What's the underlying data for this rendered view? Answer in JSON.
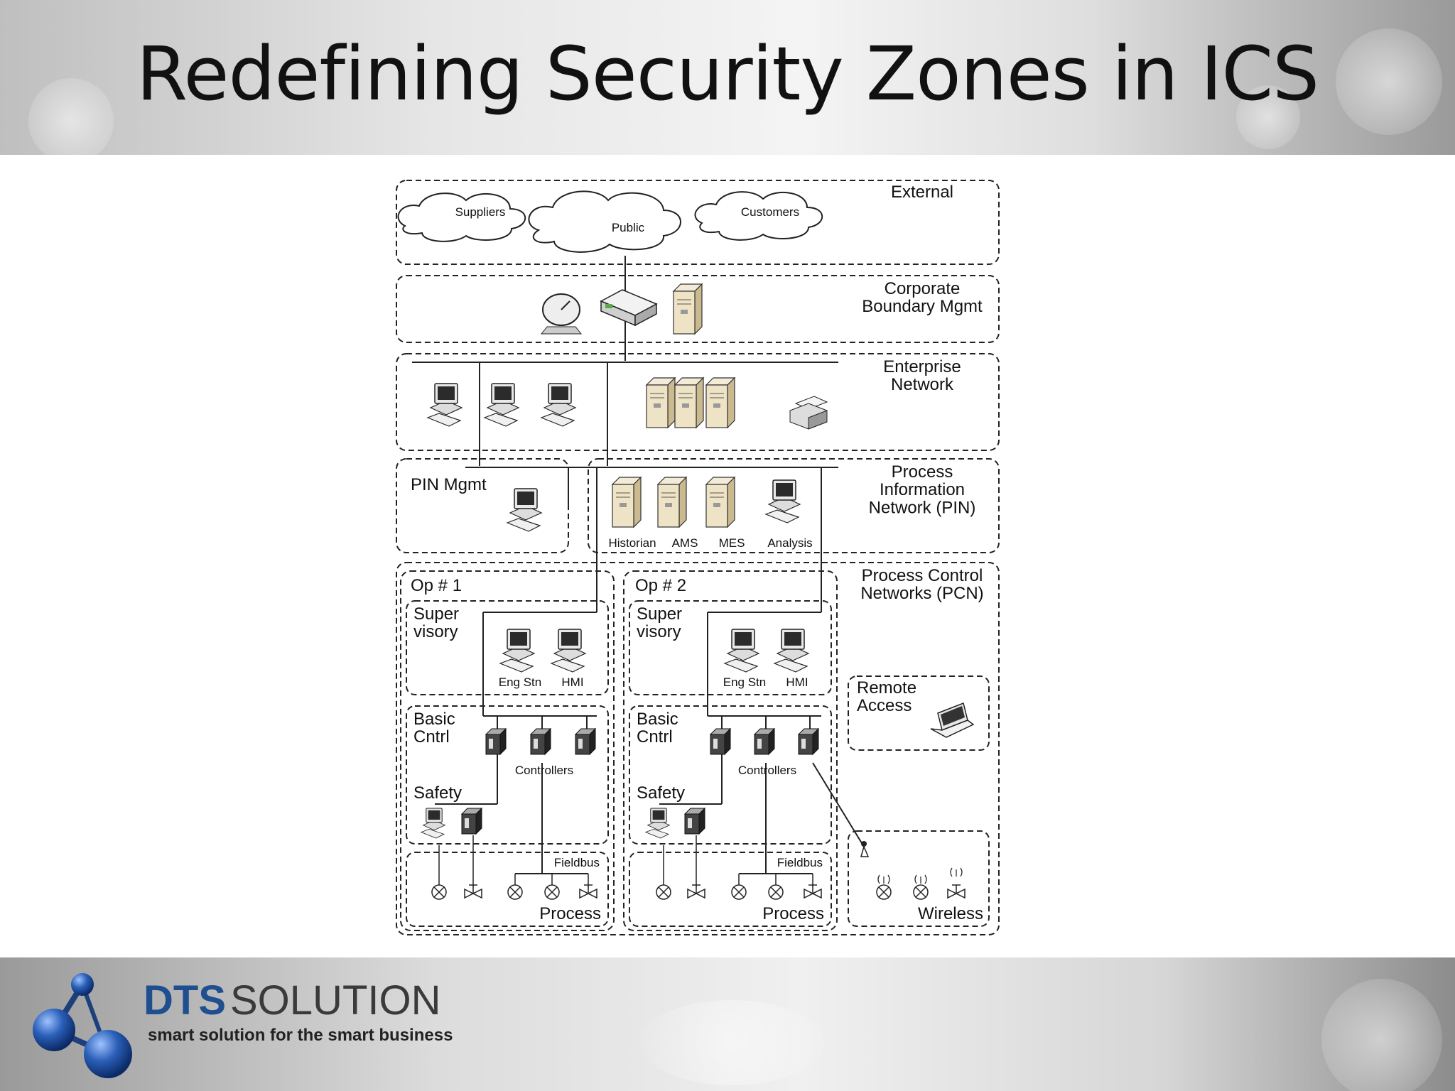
{
  "slide": {
    "title": "Redefining Security Zones in ICS"
  },
  "diagram": {
    "zones": {
      "external": "External",
      "corporate": "Corporate\nBoundary Mgmt",
      "enterprise": "Enterprise\nNetwork",
      "pin_mgmt": "PIN Mgmt",
      "pin": "Process\nInformation\nNetwork (PIN)",
      "pcn": "Process Control\nNetworks (PCN)",
      "op1": "Op # 1",
      "op2": "Op # 2",
      "supervisory": "Super\nvisory",
      "basic_cntrl": "Basic\nCntrl",
      "safety": "Safety",
      "process": "Process",
      "remote_access": "Remote\nAccess",
      "wireless": "Wireless"
    },
    "clouds": [
      "Suppliers",
      "Public",
      "Customers"
    ],
    "pin_servers": [
      "Historian",
      "AMS",
      "MES",
      "Analysis"
    ],
    "workstation_labels": [
      "Eng Stn",
      "HMI"
    ],
    "controllers_label": "Controllers",
    "fieldbus_label": "Fieldbus"
  },
  "footer": {
    "brand_bold": "DTS",
    "brand_light": "SOLUTION",
    "tagline": "smart solution for the smart business"
  }
}
